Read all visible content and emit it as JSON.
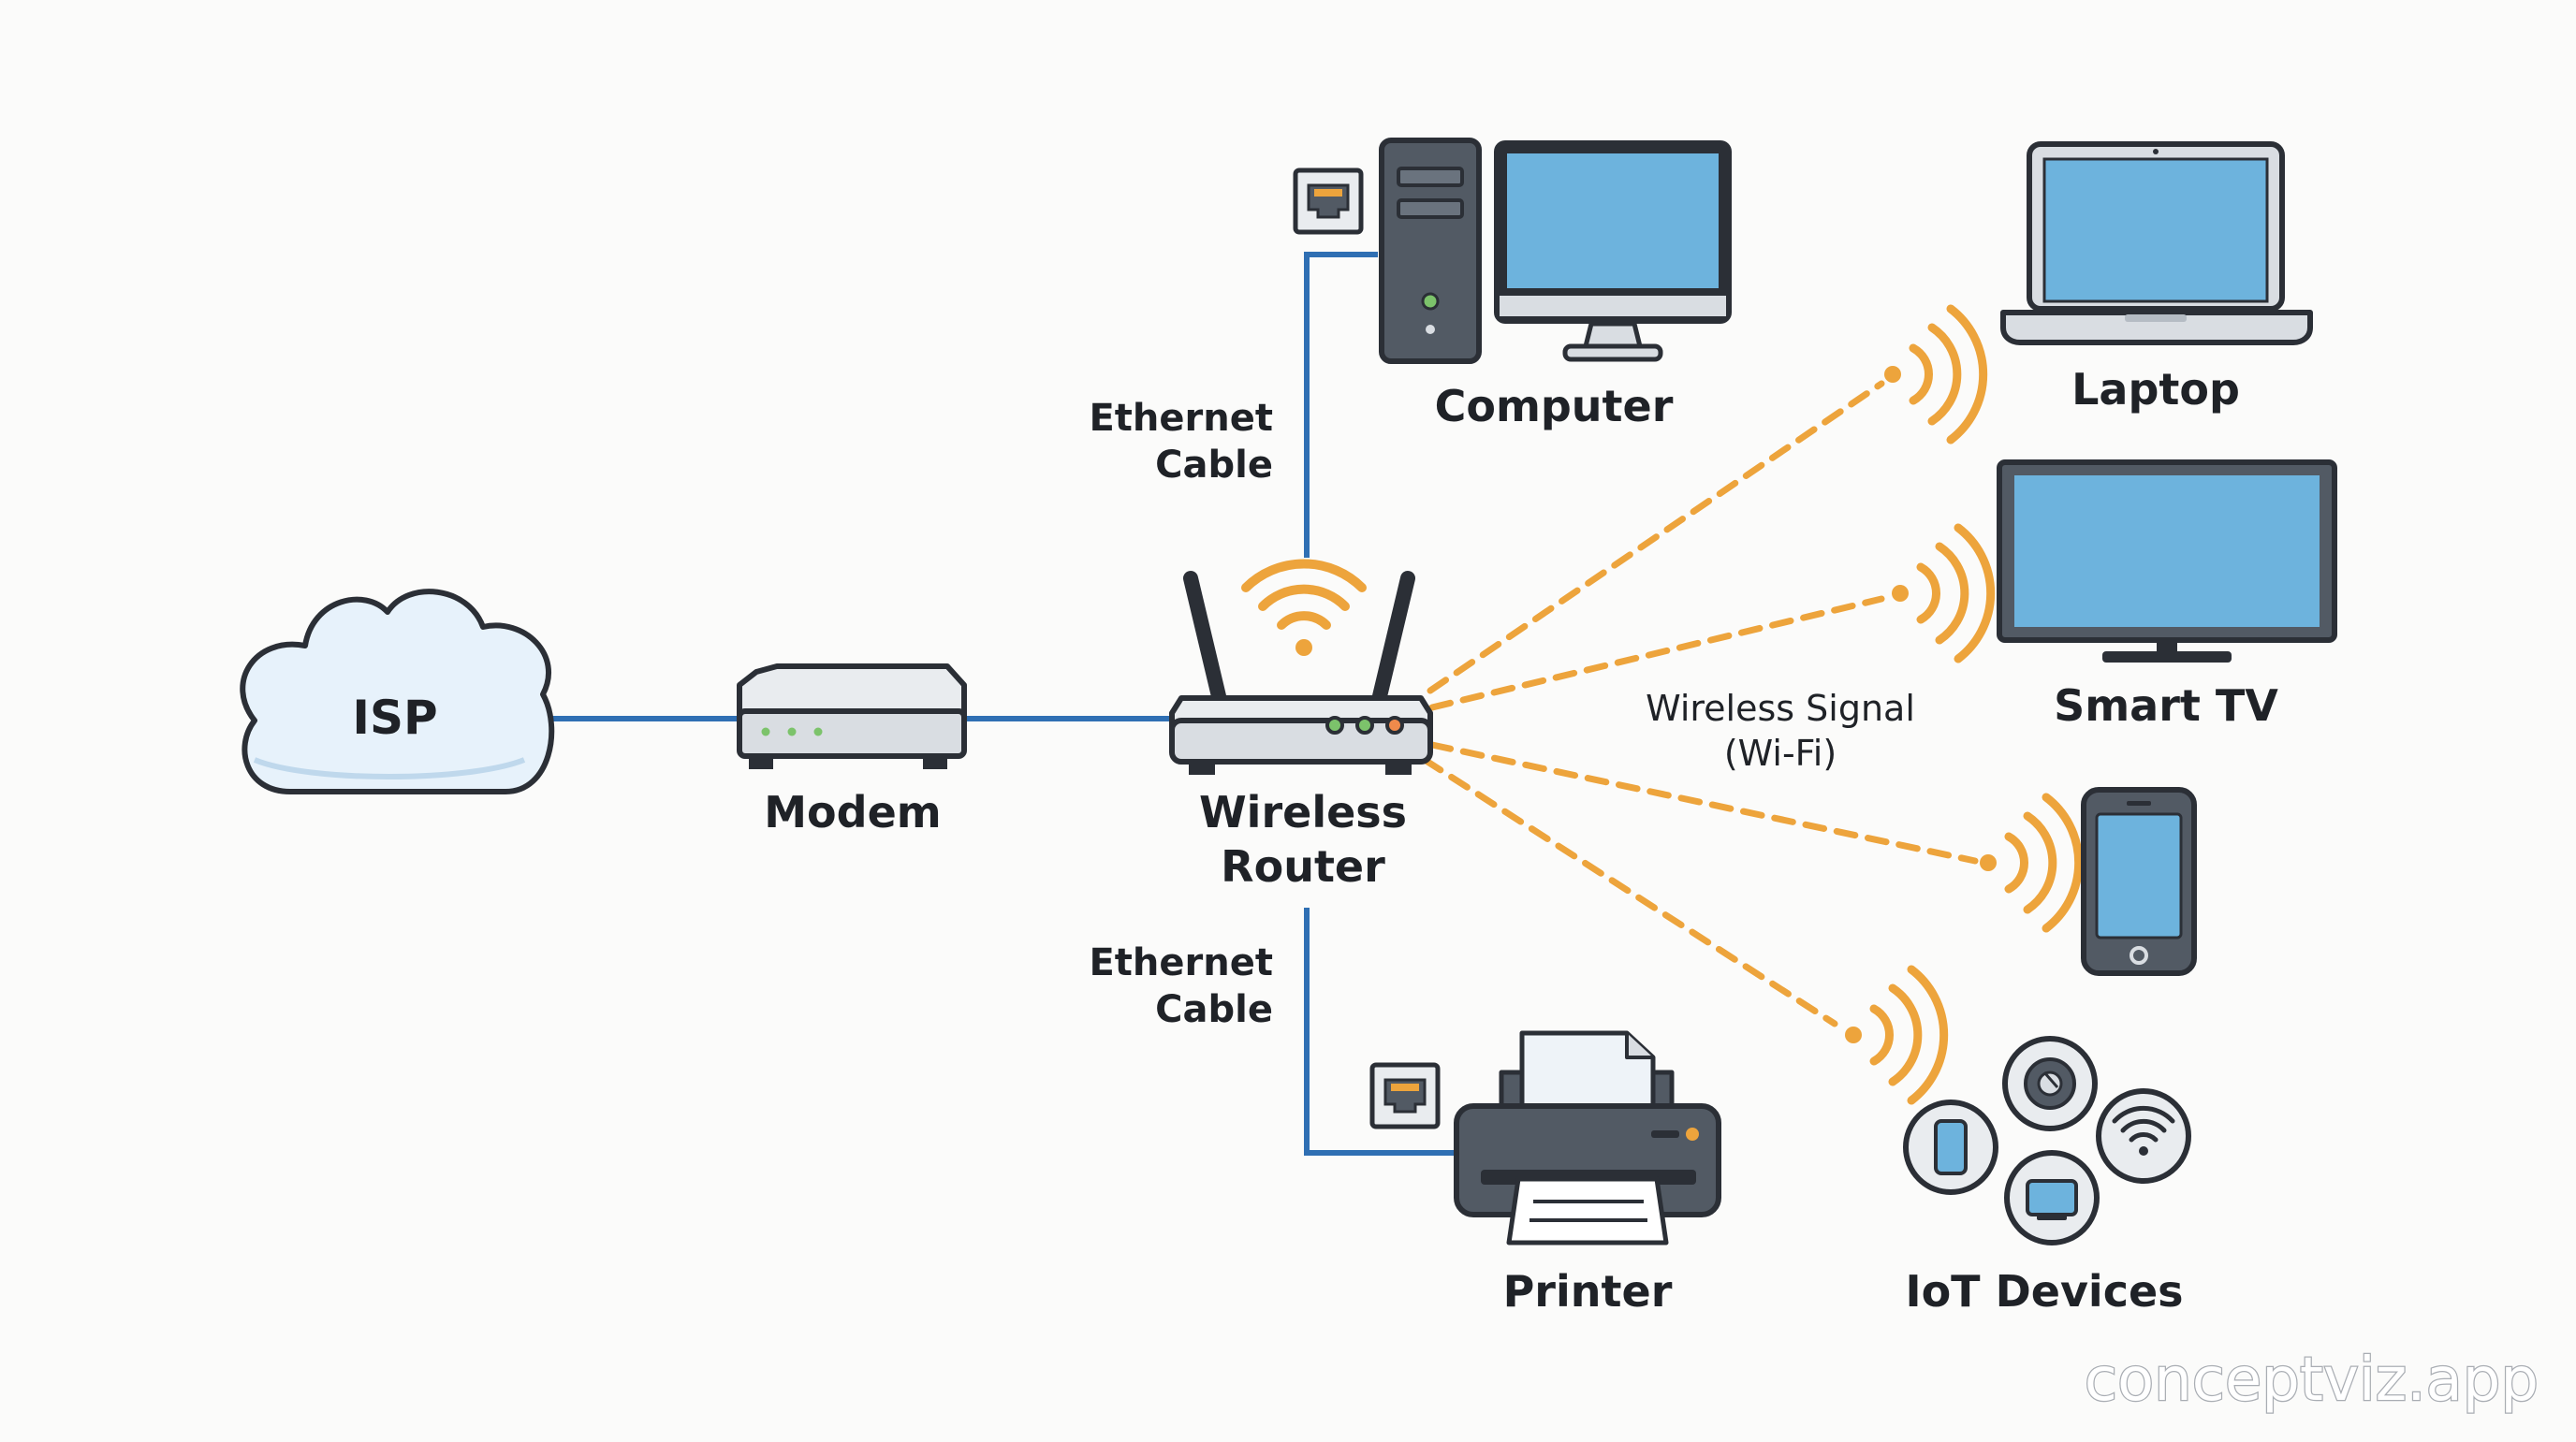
{
  "nodes": {
    "isp": "ISP",
    "modem": "Modem",
    "router_line1": "Wireless",
    "router_line2": "Router",
    "computer": "Computer",
    "laptop": "Laptop",
    "smart_tv": "Smart TV",
    "printer": "Printer",
    "iot": "IoT Devices"
  },
  "edges": {
    "ethernet_top_line1": "Ethernet",
    "ethernet_top_line2": "Cable",
    "ethernet_bottom_line1": "Ethernet",
    "ethernet_bottom_line2": "Cable",
    "wireless_line1": "Wireless Signal",
    "wireless_line2": "(Wi-Fi)"
  },
  "watermark": "conceptviz.app",
  "colors": {
    "cable": "#2f6fb3",
    "wifi": "#eda43c",
    "screen": "#6db3dd",
    "outline": "#2b2f36",
    "device_dark": "#525a64",
    "device_light": "#d9dde2",
    "cloud": "#e7f2fb"
  }
}
